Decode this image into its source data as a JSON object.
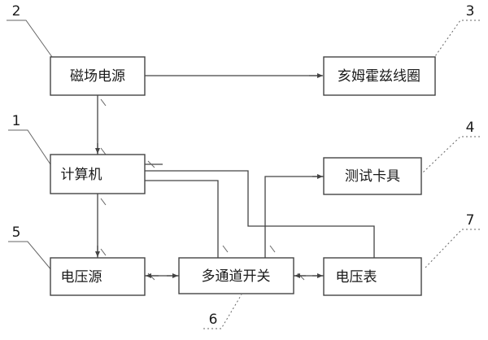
{
  "blocks": {
    "computer": "计算机",
    "magnet_power": "磁场电源",
    "helmholtz_coil": "亥姆霍兹线圈",
    "test_fixture": "测试卡具",
    "voltage_source": "电压源",
    "multichannel_switch": "多通道开关",
    "voltmeter": "电压表"
  },
  "numbers": {
    "computer": "1",
    "magnet_power": "2",
    "helmholtz_coil": "3",
    "test_fixture": "4",
    "voltage_source": "5",
    "multichannel_switch": "6",
    "voltmeter": "7"
  }
}
